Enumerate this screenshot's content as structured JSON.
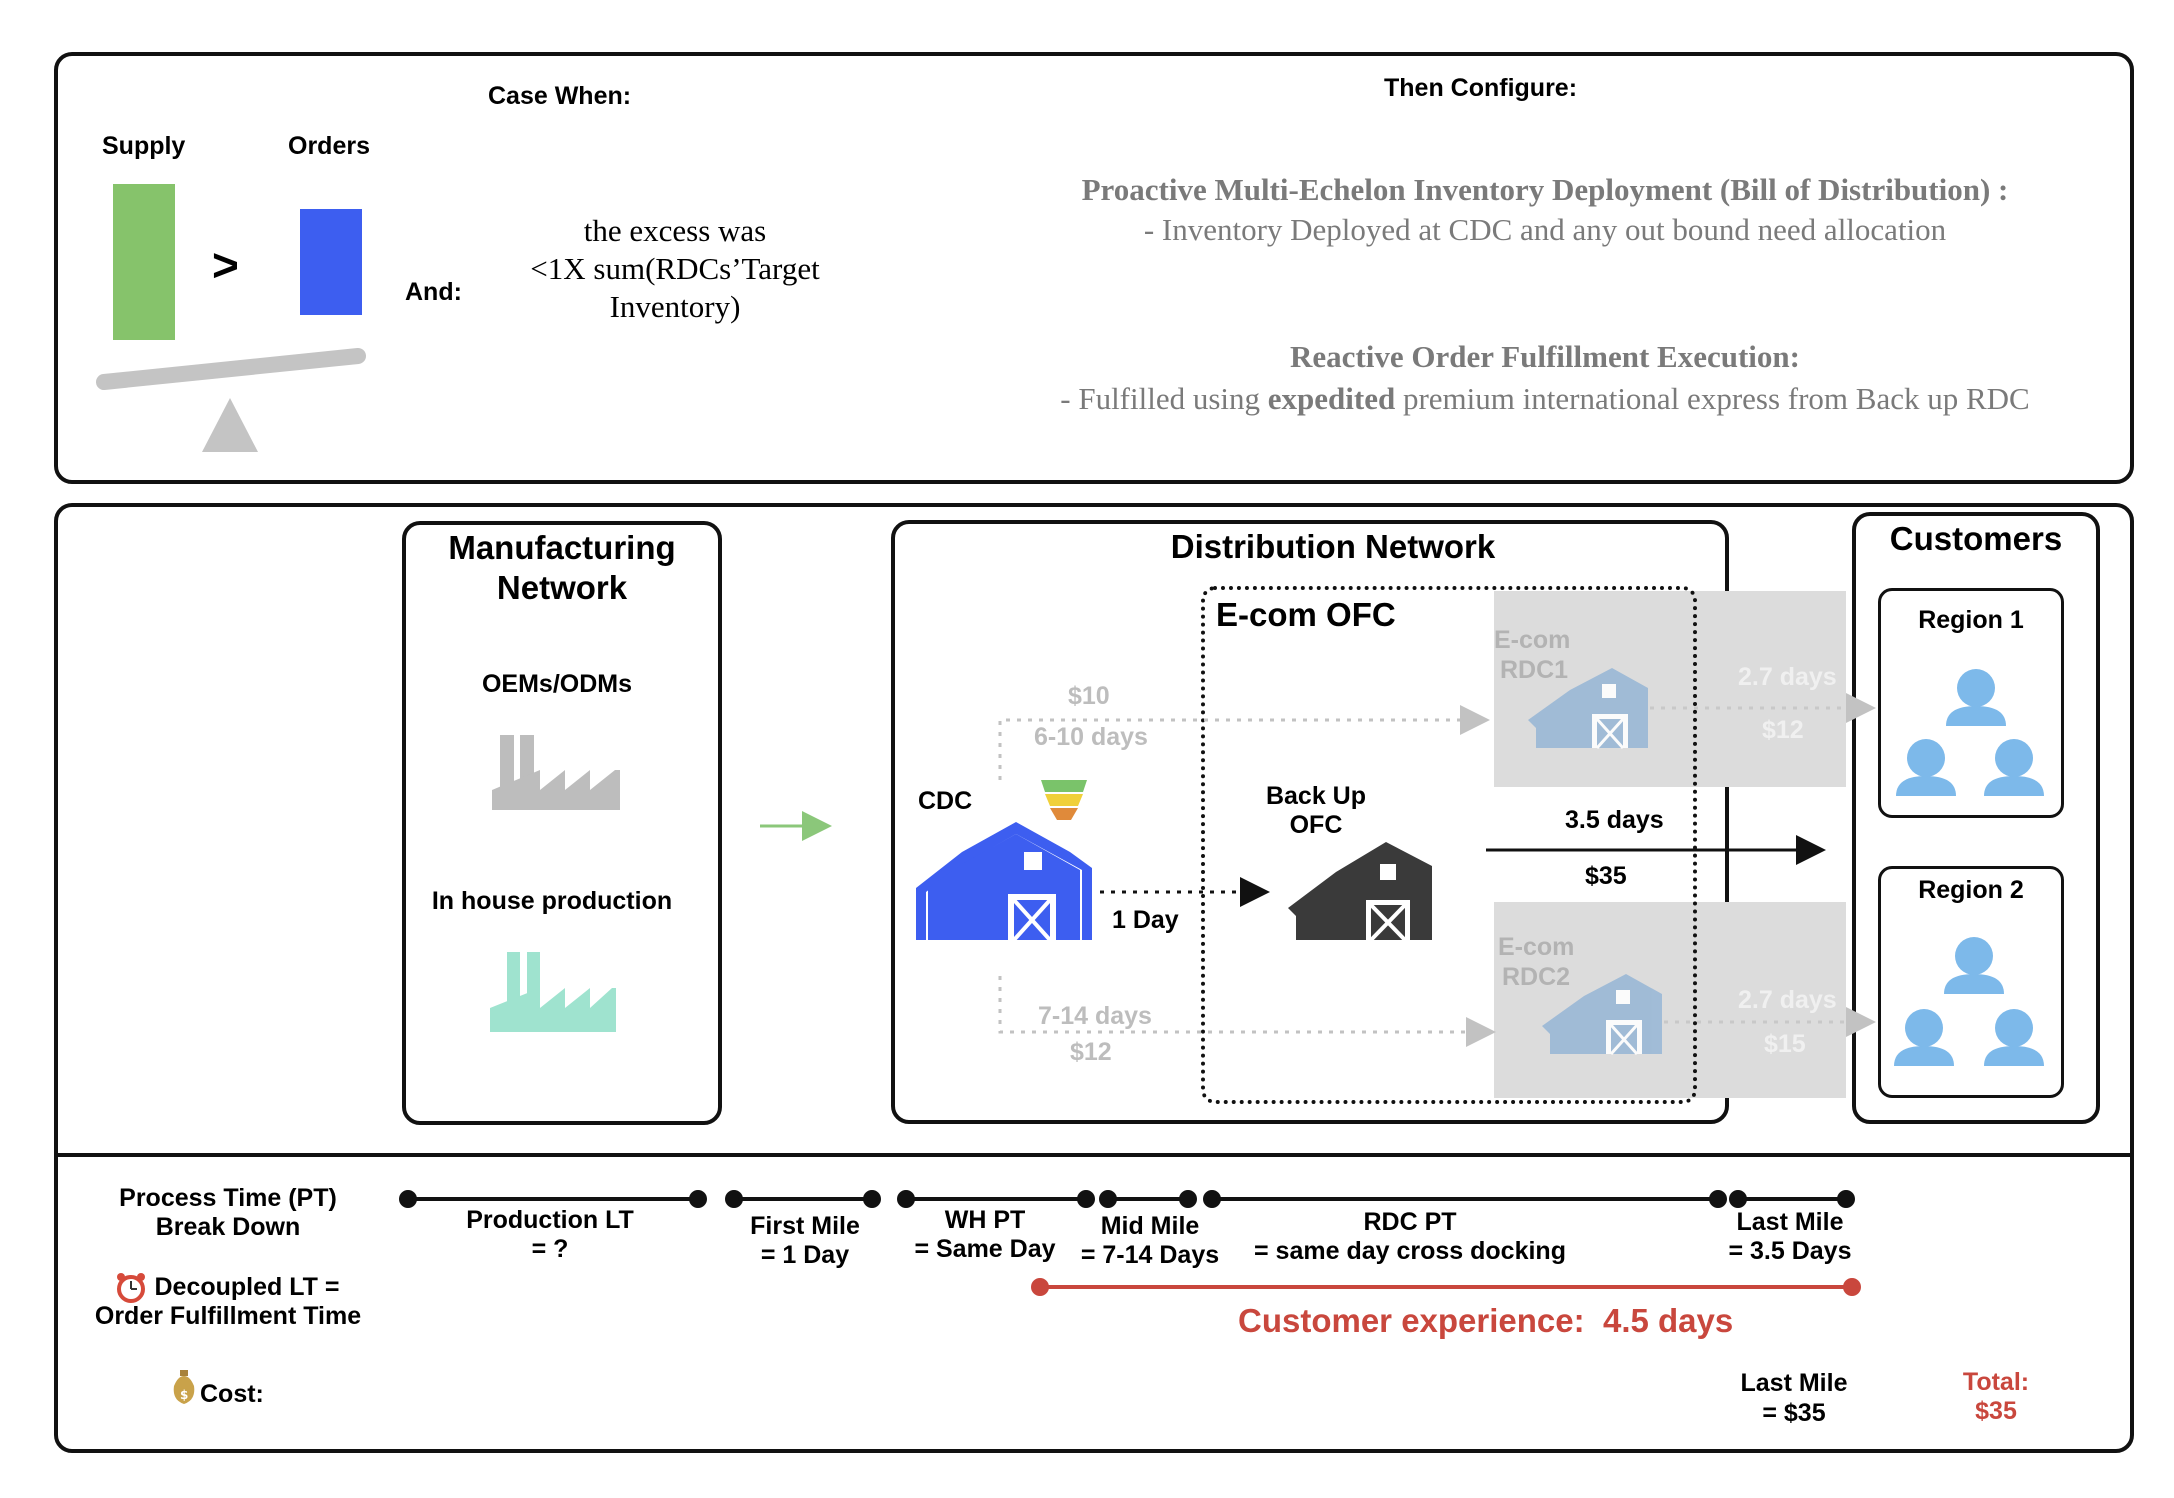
{
  "top": {
    "case_when": "Case When:",
    "supply_label": "Supply",
    "orders_label": "Orders",
    "gt_symbol": ">",
    "and_label": "And:",
    "condition_line1": "the excess was",
    "condition_line2": "<1X sum(RDCs’Target",
    "condition_line3": "Inventory)",
    "then_configure": "Then Configure:",
    "proactive_title": "Proactive Multi-Echelon Inventory Deployment (Bill of Distribution) :",
    "proactive_detail": "- Inventory Deployed at CDC and any out bound need allocation",
    "reactive_title": "Reactive Order Fulfillment Execution:",
    "reactive_prefix": "- Fulfilled using ",
    "reactive_bold": "expedited",
    "reactive_suffix": " premium international express from Back up RDC",
    "colors": {
      "supply": "#86c36b",
      "orders": "#3d5ef0",
      "scale": "#c4c4c4"
    }
  },
  "network": {
    "manufacturing_title_1": "Manufacturing",
    "manufacturing_title_2": "Network",
    "oem_label": "OEMs/ODMs",
    "inhouse_label": "In house production",
    "distribution_title": "Distribution Network",
    "ecom_ofc_title": "E-com OFC",
    "cdc_label": "CDC",
    "backup_ofc_1": "Back Up",
    "backup_ofc_2": "OFC",
    "rdc1_1": "E-com",
    "rdc1_2": "RDC1",
    "rdc2_1": "E-com",
    "rdc2_2": "RDC2",
    "rdc1_cost": "$10",
    "rdc1_time": "6-10 days",
    "rdc2_time": "7-14 days",
    "rdc2_cost": "$12",
    "cdc_to_backup": "1 Day",
    "backup_time": "3.5 days",
    "backup_cost": "$35",
    "rdc1_last_time": "2.7 days",
    "rdc1_last_cost": "$12",
    "rdc2_last_time": "2.7 days",
    "rdc2_last_cost": "$15",
    "customers_title": "Customers",
    "region1": "Region 1",
    "region2": "Region 2",
    "colors": {
      "cdc": "#3d5ef0",
      "backup": "#3a3a3a",
      "rdc": "#9ab8d6",
      "customer": "#7db9ea",
      "oem_factory": "#bdbdbd",
      "inhouse_factory": "#9fe3cf",
      "arrow_green": "#8bc77a"
    }
  },
  "timeline": {
    "pt_line1": "Process Time (PT)",
    "pt_line2": "Break Down",
    "decoupled_line1": "Decoupled LT =",
    "decoupled_line2": "Order Fulfillment Time",
    "cost_label": "Cost:",
    "production_lt_1": "Production LT",
    "production_lt_2": "= ?",
    "first_mile_1": "First Mile",
    "first_mile_2": "= 1 Day",
    "wh_pt_1": "WH PT",
    "wh_pt_2": "= Same Day",
    "mid_mile_1": "Mid Mile",
    "mid_mile_2": "= 7-14 Days",
    "rdc_pt_1": "RDC PT",
    "rdc_pt_2": "= same day cross docking",
    "last_mile_1": "Last Mile",
    "last_mile_2": "= 3.5 Days",
    "customer_experience": "Customer experience:  4.5 days",
    "cost_last_mile_1": "Last Mile",
    "cost_last_mile_2": "= $35",
    "total_1": "Total:",
    "total_2": "$35"
  }
}
